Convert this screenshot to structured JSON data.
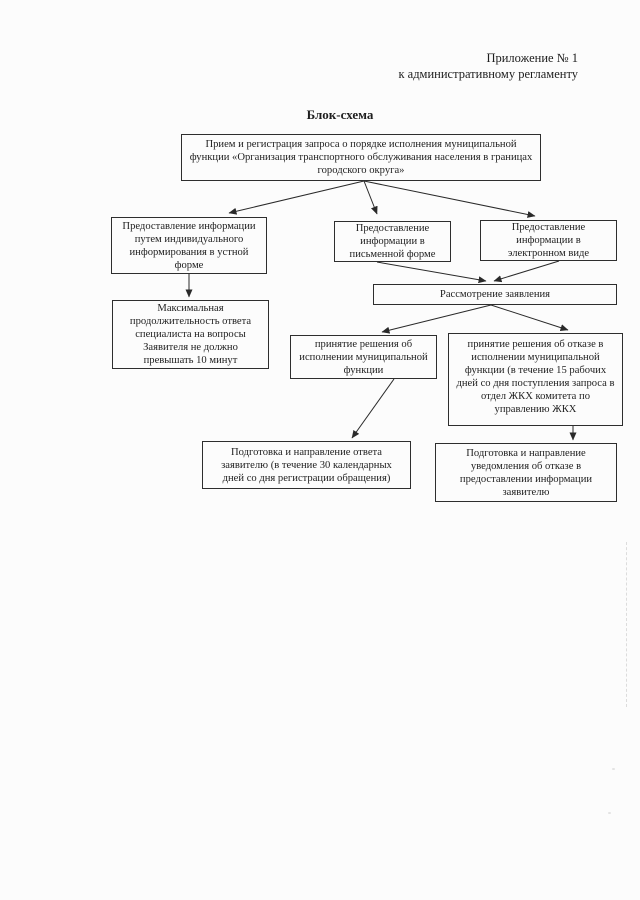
{
  "page": {
    "header": "Приложение № 1\nк административному регламенту",
    "title": "Блок-схема"
  },
  "flowchart": {
    "nodes": {
      "intake": {
        "text": "Прием и регистрация запроса о порядке исполнения муниципальной\nфункции «Организация транспортного обслуживания населения в границах\nгородского округа»"
      },
      "oral": {
        "text": "Предоставление информации\nпутем индивидуального\nинформирования в устной\nформе"
      },
      "written": {
        "text": "Предоставление\nинформации в\nписьменной форме"
      },
      "electronic": {
        "text": "Предоставление\nинформации в\nэлектронном виде"
      },
      "max_duration": {
        "text": "Максимальная\nпродолжительность ответа\nспециалиста на вопросы\nЗаявителя не должно\nпревышать 10 минут"
      },
      "review": {
        "text": "Рассмотрение заявления"
      },
      "decision_execute": {
        "text": "принятие решения об\nисполнении муниципальной\nфункции"
      },
      "decision_refuse": {
        "text": "принятие решения об отказе в\nисполнении муниципальной\nфункции (в течение 15 рабочих\nдней со дня поступления запроса в\nотдел ЖКХ комитета по\nуправлению ЖКХ"
      },
      "prepare_answer": {
        "text": "Подготовка и направление ответа\nзаявителю (в течение 30 календарных\nдней со дня регистрации обращения)"
      },
      "prepare_refusal": {
        "text": "Подготовка и направление\nуведомления об отказе в\nпредоставлении информации\nзаявителю"
      }
    }
  },
  "colors": {
    "ink": "#1e1e1e",
    "box_border": "#2e2e2e",
    "paper": "#fcfcfc"
  }
}
